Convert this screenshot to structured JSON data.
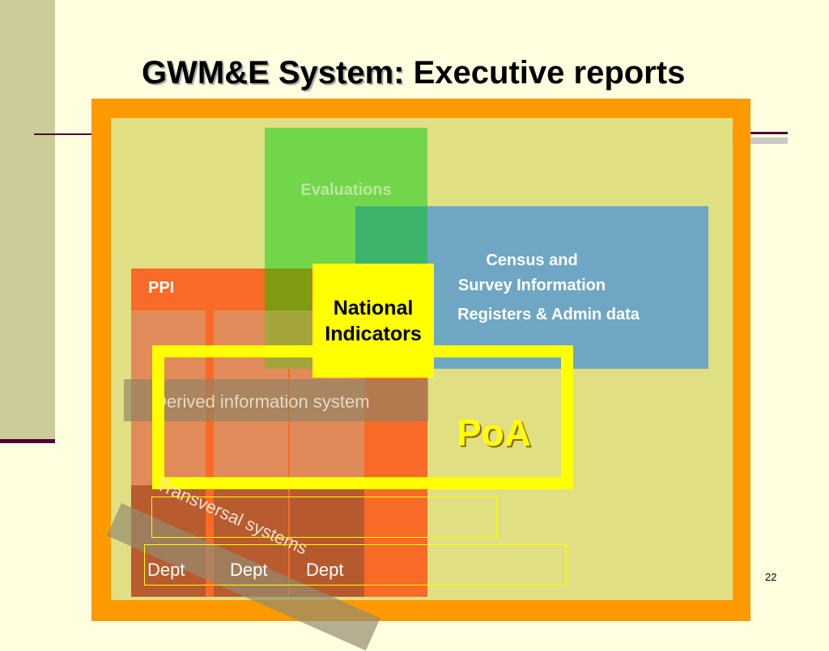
{
  "title": {
    "bold": "GWM&E System:",
    "rest": " Executive reports"
  },
  "diagram": {
    "evaluations": "Evaluations",
    "census_line1": "Census and",
    "census_line2": "Survey Information",
    "census_line3": "Registers & Admin data",
    "ppi": "PPI",
    "national_line1": "National",
    "national_line2": "Indicators",
    "derived": "Derived information system",
    "transversal": "Transversal systems",
    "poa": "PoA",
    "depts": [
      "Dept",
      "Dept",
      "Dept"
    ]
  },
  "page_number": "22",
  "colors": {
    "frame": "#ff9900",
    "background": "#e0df84",
    "evaluations": "#72d64b",
    "census": "#6fa6c4",
    "ppi": "#f86b26",
    "national": "#ffff00"
  }
}
